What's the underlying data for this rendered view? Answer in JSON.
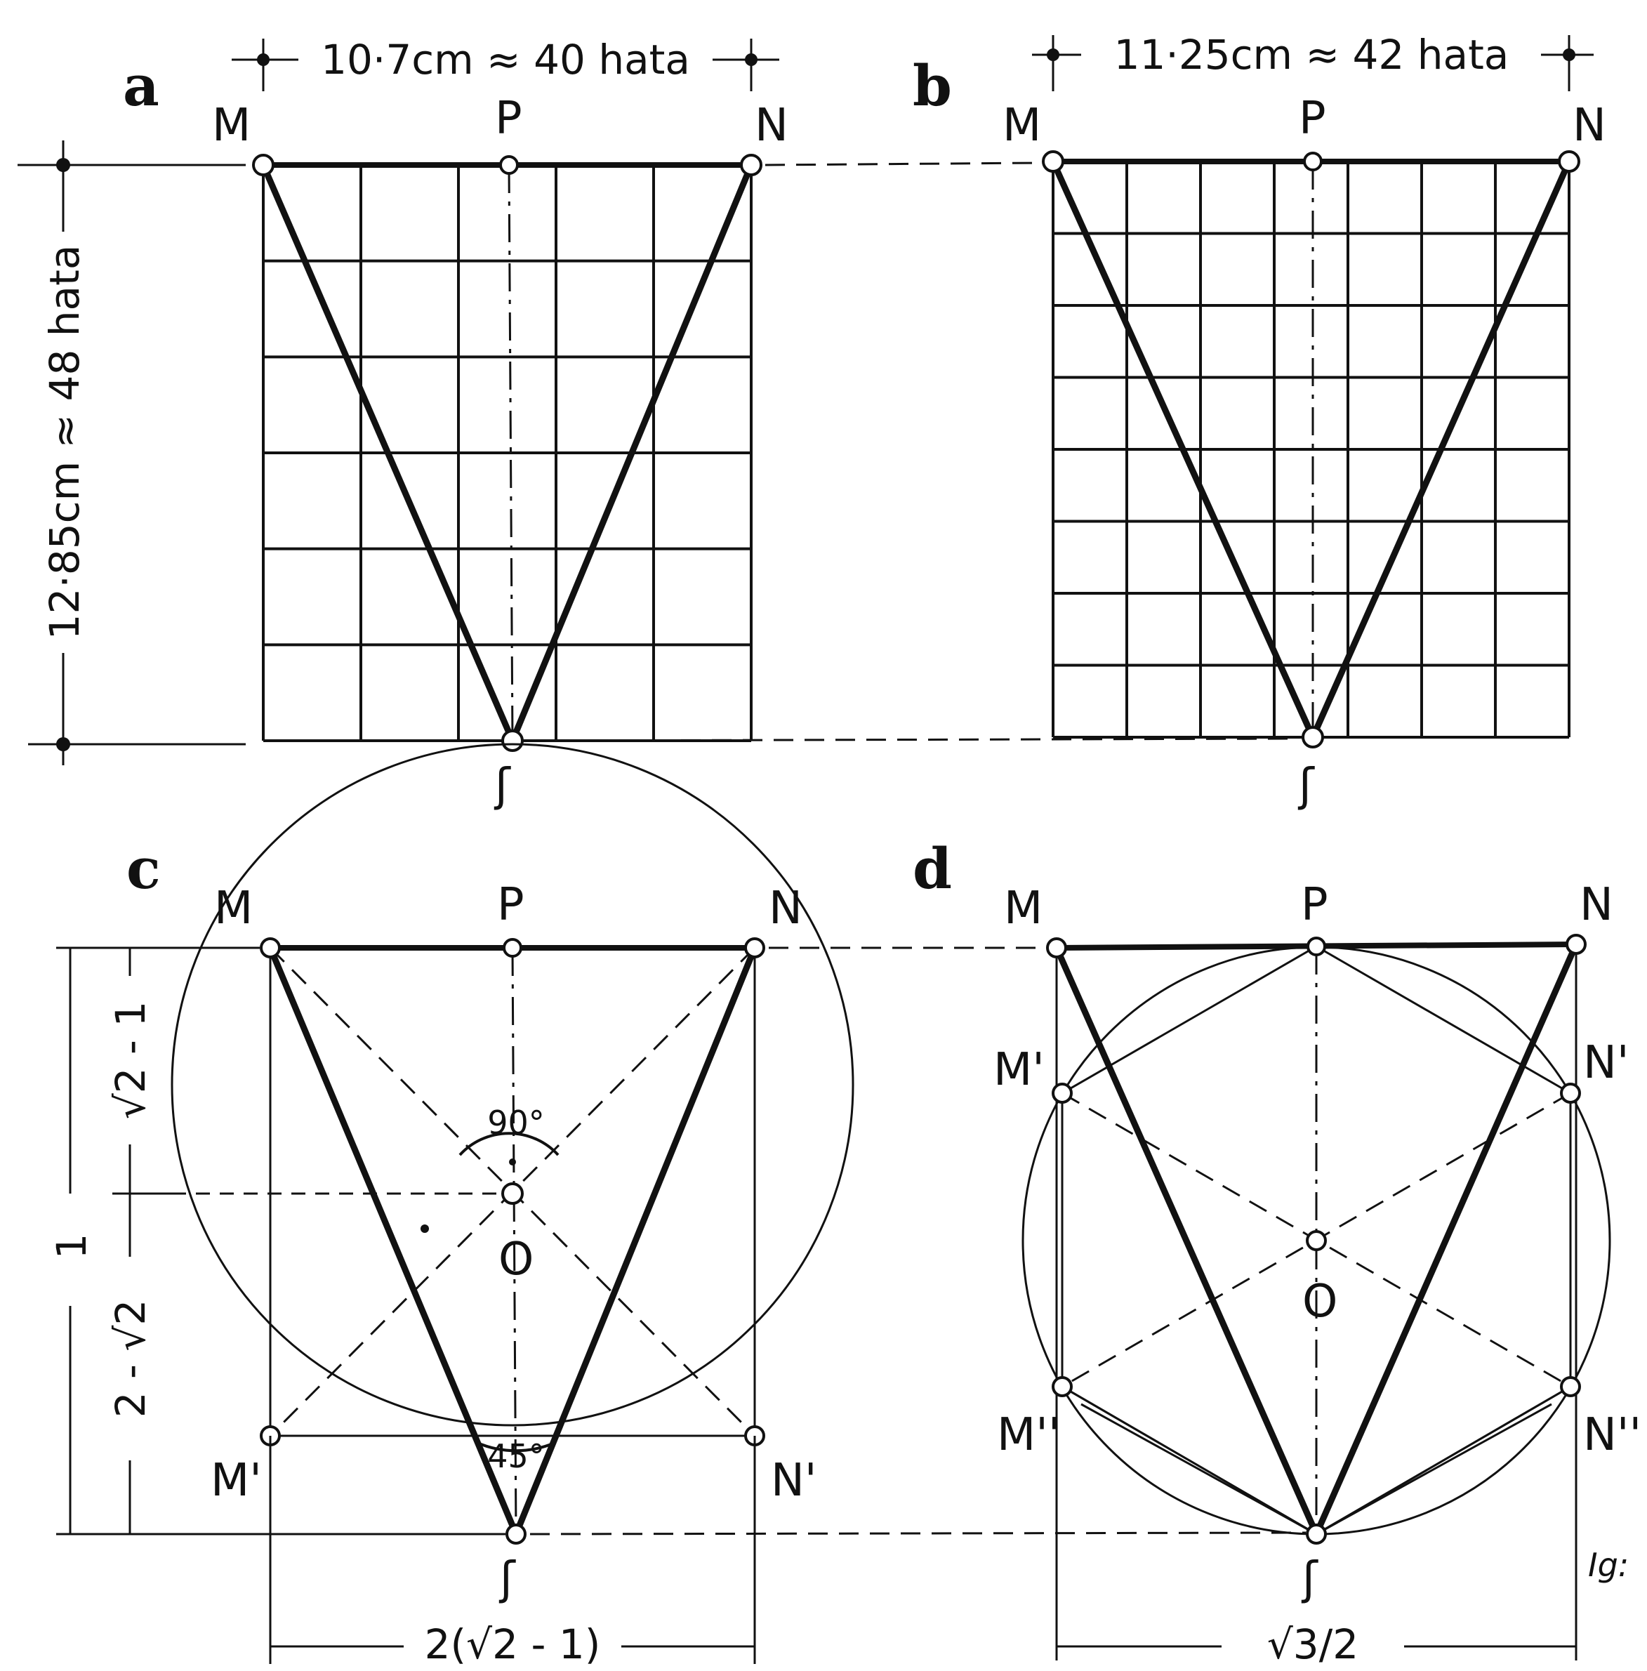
{
  "panels": {
    "a": {
      "letter": "a",
      "points": {
        "M": "M",
        "P": "P",
        "N": "N",
        "S": "ʃ"
      },
      "width_label": "10·7cm ≈ 40 hata",
      "height_label": "12·85cm ≈ 48 hata"
    },
    "b": {
      "letter": "b",
      "points": {
        "M": "M",
        "P": "P",
        "N": "N",
        "S": "ʃ"
      },
      "width_label": "11·25cm ≈ 42 hata"
    },
    "c": {
      "letter": "c",
      "points": {
        "M": "M",
        "P": "P",
        "N": "N",
        "M1": "M'",
        "N1": "N'",
        "O": "O",
        "S": "ʃ"
      },
      "angle_top": "90°",
      "angle_bottom": "45°",
      "left_dims": {
        "total": "1",
        "upper": "√2 - 1",
        "lower": "2 - √2"
      },
      "bottom_dim": "2(√2 - 1)"
    },
    "d": {
      "letter": "d",
      "points": {
        "M": "M",
        "P": "P",
        "N": "N",
        "M1": "M'",
        "N1": "N'",
        "M2": "M''",
        "N2": "N''",
        "O": "O",
        "S": "ʃ"
      },
      "bottom_dim": "√3/2"
    }
  },
  "signature": "Ig:"
}
